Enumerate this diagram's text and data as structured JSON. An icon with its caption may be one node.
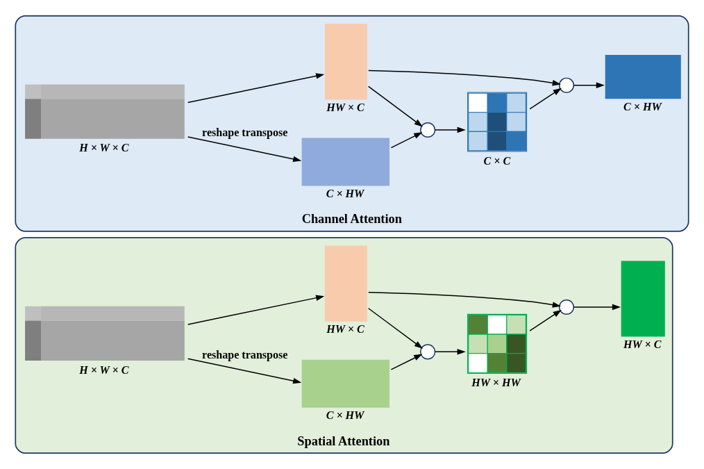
{
  "diagram": {
    "nodes": [
      {
        "text": [
          "Spatial Attention"
        ]
      },
      {
        "text": [],
        "shape": "cuboid",
        "beside": [
          "H × W × C"
        ],
        "in": 0
      },
      {
        "text": [],
        "shape": "box",
        "beside": [
          "C × HW"
        ],
        "in": 0
      },
      {
        "text": [],
        "shape": "box",
        "beside": [
          "HW × C"
        ],
        "in": 0
      },
      {
        "text": [],
        "shape": "circle",
        "in": 0
      },
      {
        "text": [],
        "shape": "grid",
        "beside": [
          "HW × HW"
        ],
        "in": 0
      },
      {
        "text": [],
        "shape": "circle",
        "in": 0
      },
      {
        "text": [],
        "shape": "box",
        "beside": [
          "HW × C"
        ],
        "in": 0
      },
      {
        "text": [
          "Channel Attention"
        ]
      },
      {
        "text": [],
        "shape": "cuboid",
        "beside": [
          "H × W × C"
        ],
        "in": 8
      },
      {
        "text": [],
        "shape": "box",
        "beside": [
          "C × HW"
        ],
        "in": 8
      },
      {
        "text": [],
        "shape": "box",
        "beside": [
          "HW × C"
        ],
        "in": 8
      },
      {
        "text": [],
        "shape": "circle",
        "in": 8
      },
      {
        "text": [],
        "shape": "grid",
        "beside": [
          "C × C"
        ],
        "in": 8
      },
      {
        "text": [],
        "shape": "circle",
        "in": 8
      },
      {
        "text": [],
        "shape": "box",
        "beside": [
          "C × HW"
        ],
        "in": 8
      }
    ],
    "edges": [
      {
        "from": 1,
        "to": 2,
        "arrow": "to",
        "label": "reshape transpose"
      },
      {
        "from": 1,
        "to": 3,
        "arrow": "to"
      },
      {
        "from": 2,
        "to": 4,
        "arrow": "to"
      },
      {
        "from": 3,
        "to": 4,
        "arrow": "to"
      },
      {
        "from": 3,
        "to": 6,
        "arrow": "to"
      },
      {
        "from": 4,
        "to": 5,
        "arrow": "to"
      },
      {
        "from": 5,
        "to": 6,
        "arrow": "to"
      },
      {
        "from": 6,
        "to": 7,
        "arrow": "to"
      },
      {
        "from": 9,
        "to": 10,
        "arrow": "to",
        "label": "reshape transpose"
      },
      {
        "from": 9,
        "to": 11,
        "arrow": "to"
      },
      {
        "from": 10,
        "to": 12,
        "arrow": "to"
      },
      {
        "from": 11,
        "to": 12,
        "arrow": "to"
      },
      {
        "from": 11,
        "to": 14,
        "arrow": "to"
      },
      {
        "from": 12,
        "to": 13,
        "arrow": "to"
      },
      {
        "from": 13,
        "to": 14,
        "arrow": "to"
      },
      {
        "from": 14,
        "to": 15,
        "arrow": "to"
      }
    ]
  }
}
